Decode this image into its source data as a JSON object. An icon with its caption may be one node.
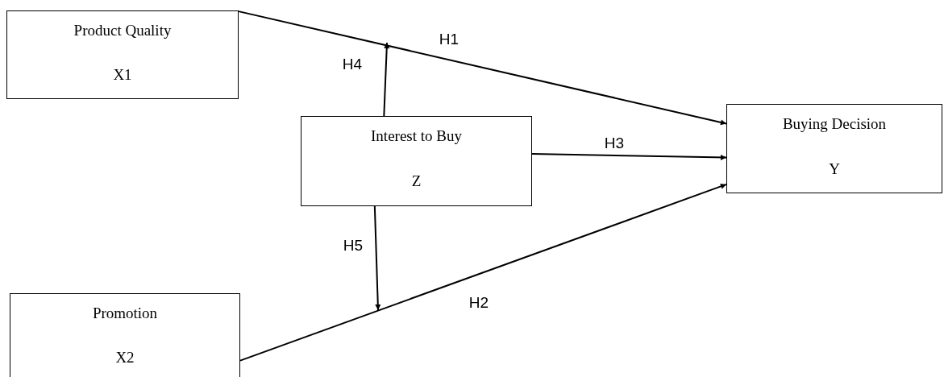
{
  "diagram": {
    "nodes": [
      {
        "text": [
          "Product Quality",
          "X1"
        ]
      },
      {
        "text": [
          "Interest to Buy",
          "Z"
        ]
      },
      {
        "text": [
          "Buying Decision",
          "Y"
        ]
      },
      {
        "text": [
          "Promotion",
          "X2"
        ]
      }
    ],
    "edges": [
      {
        "from": 0,
        "to": 2,
        "arrow": "to",
        "label": "H1"
      },
      {
        "from": 3,
        "to": 2,
        "arrow": "to",
        "label": "H2"
      },
      {
        "from": 1,
        "to": 2,
        "arrow": "to",
        "label": "H3"
      },
      {
        "from": 1,
        "to": null,
        "arrow": "to",
        "label": "H4"
      },
      {
        "from": 1,
        "to": null,
        "arrow": "to",
        "label": "H5"
      }
    ]
  }
}
